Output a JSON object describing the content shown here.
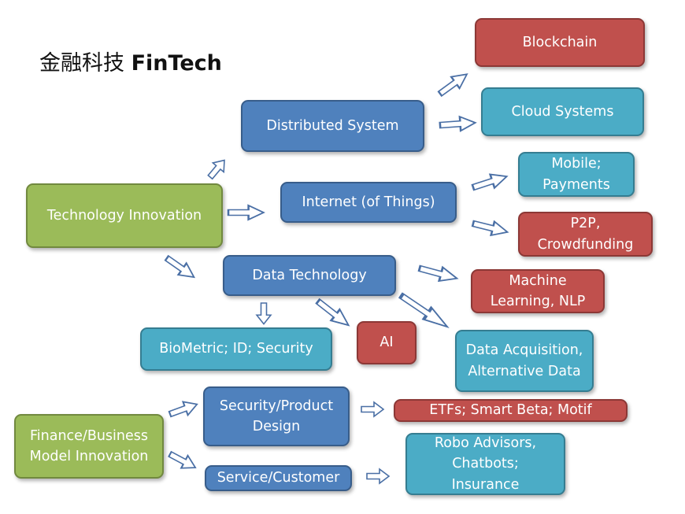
{
  "title": {
    "zh": "金融科技",
    "en": "FinTech"
  },
  "nodes": {
    "technology_innovation": "Technology Innovation",
    "finance_business_model_innovation": "Finance/Business\nModel Innovation",
    "distributed_system": "Distributed System",
    "internet_of_things": "Internet (of Things)",
    "data_technology": "Data Technology",
    "blockchain": "Blockchain",
    "cloud_systems": "Cloud Systems",
    "mobile_payments": "Mobile;\nPayments",
    "p2p_crowdfunding": "P2P,\nCrowdfunding",
    "machine_learning_nlp": "Machine\nLearning, NLP",
    "biometric_id_security": "BioMetric; ID; Security",
    "ai": "AI",
    "data_acquisition": "Data Acquisition,\nAlternative Data",
    "security_product_design": "Security/Product\nDesign",
    "etfs_smart_beta_motif": "ETFs; Smart Beta; Motif",
    "service_customer": "Service/Customer",
    "robo_advisors": "Robo Advisors,\nChatbots;\nInsurance"
  },
  "colors": {
    "green": "#9bbb59",
    "blue": "#4f81bd",
    "teal": "#4bacc6",
    "red": "#c0504d",
    "arrow_outline": "#4a6fa5"
  }
}
